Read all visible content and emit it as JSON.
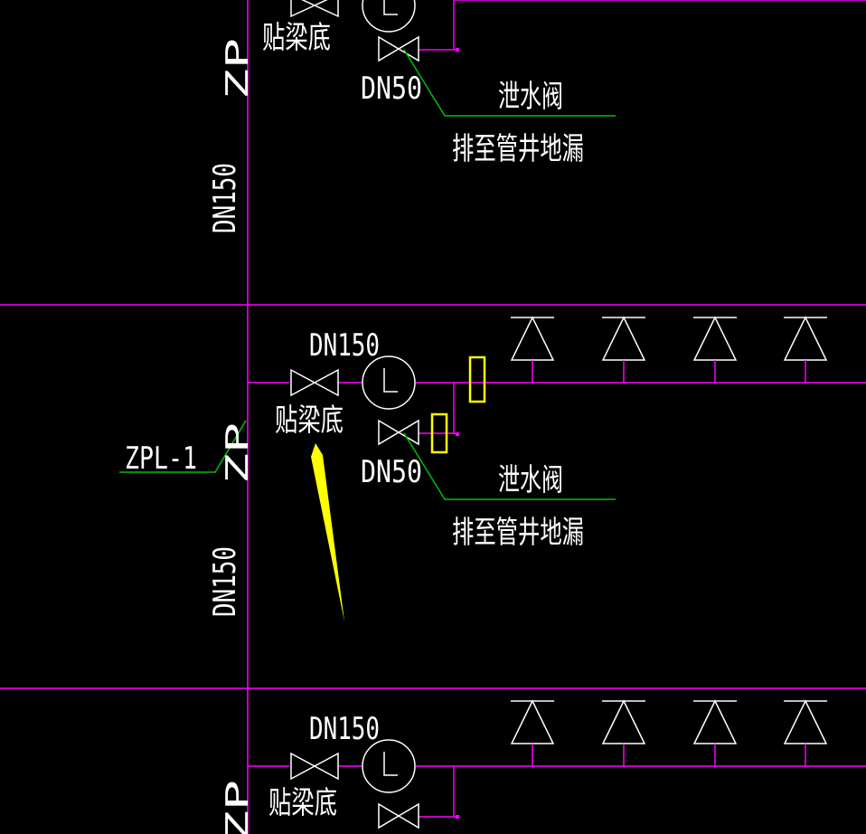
{
  "colors": {
    "background": "#000000",
    "pipe": "#ff00ff",
    "symbol": "#ffffff",
    "leader": "#00c000",
    "highlight": "#ffff00"
  },
  "labels": {
    "riser_size": "DN150",
    "branch_size": "DN150",
    "drain_size": "DN50",
    "riser_code": "ZP",
    "riser_id": "ZPL-1",
    "beam_note": "贴梁底",
    "drain_valve": "泄水阀",
    "drain_note": "排至管井地漏"
  },
  "icons": {
    "gate_valve": "gate-valve-icon",
    "flow_switch": "flow-indicator-icon",
    "sprinkler": "sprinkler-head-icon",
    "arrow": "pointer-arrow-icon"
  }
}
